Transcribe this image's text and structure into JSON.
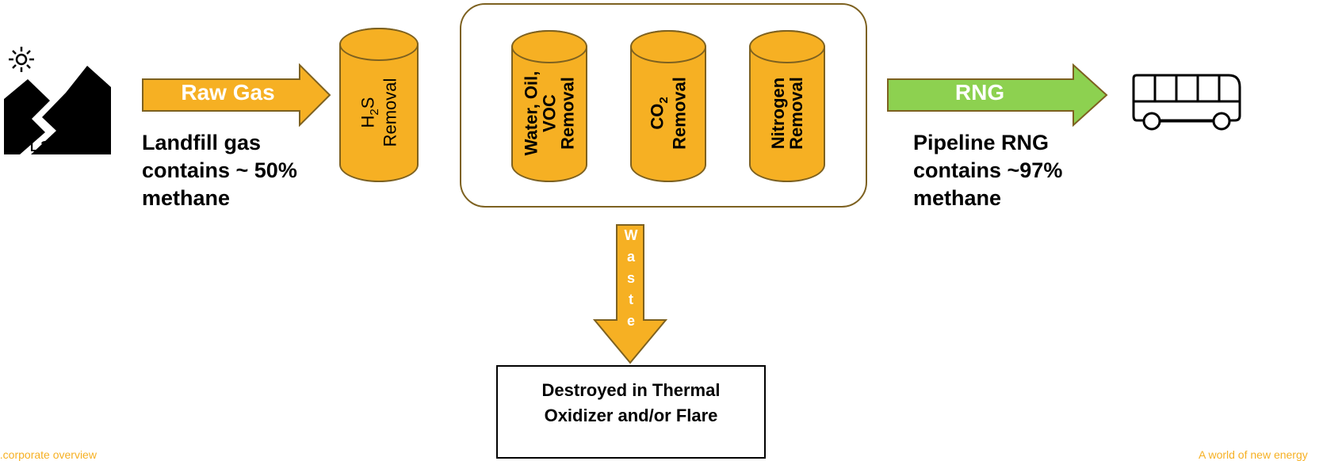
{
  "landfill": {
    "label": "Landfill"
  },
  "raw_gas": {
    "arrow_label": "Raw Gas",
    "desc_lines": [
      "Landfill gas",
      "contains ~ 50%",
      "methane"
    ]
  },
  "h2s": {
    "line1": "H2S",
    "line2": "Removal"
  },
  "process": {
    "cylinders": [
      {
        "lines": [
          "Water, Oil,",
          "VOC",
          "Removal"
        ]
      },
      {
        "lines": [
          "CO2",
          "Removal"
        ]
      },
      {
        "lines": [
          "Nitrogen",
          "Removal"
        ]
      }
    ]
  },
  "rng": {
    "arrow_label": "RNG",
    "desc_lines": [
      "Pipeline RNG",
      "contains ~97%",
      "methane"
    ]
  },
  "waste": {
    "letters": [
      "W",
      "a",
      "s",
      "t",
      "e"
    ],
    "destination_lines": [
      "Destroyed in Thermal",
      "Oxidizer and/or Flare"
    ]
  },
  "footer": {
    "left": "...corporate overview",
    "right": "A world of new energy"
  },
  "colors": {
    "orange": "#f6b023",
    "green": "#8dd150",
    "border": "#7d6120"
  }
}
